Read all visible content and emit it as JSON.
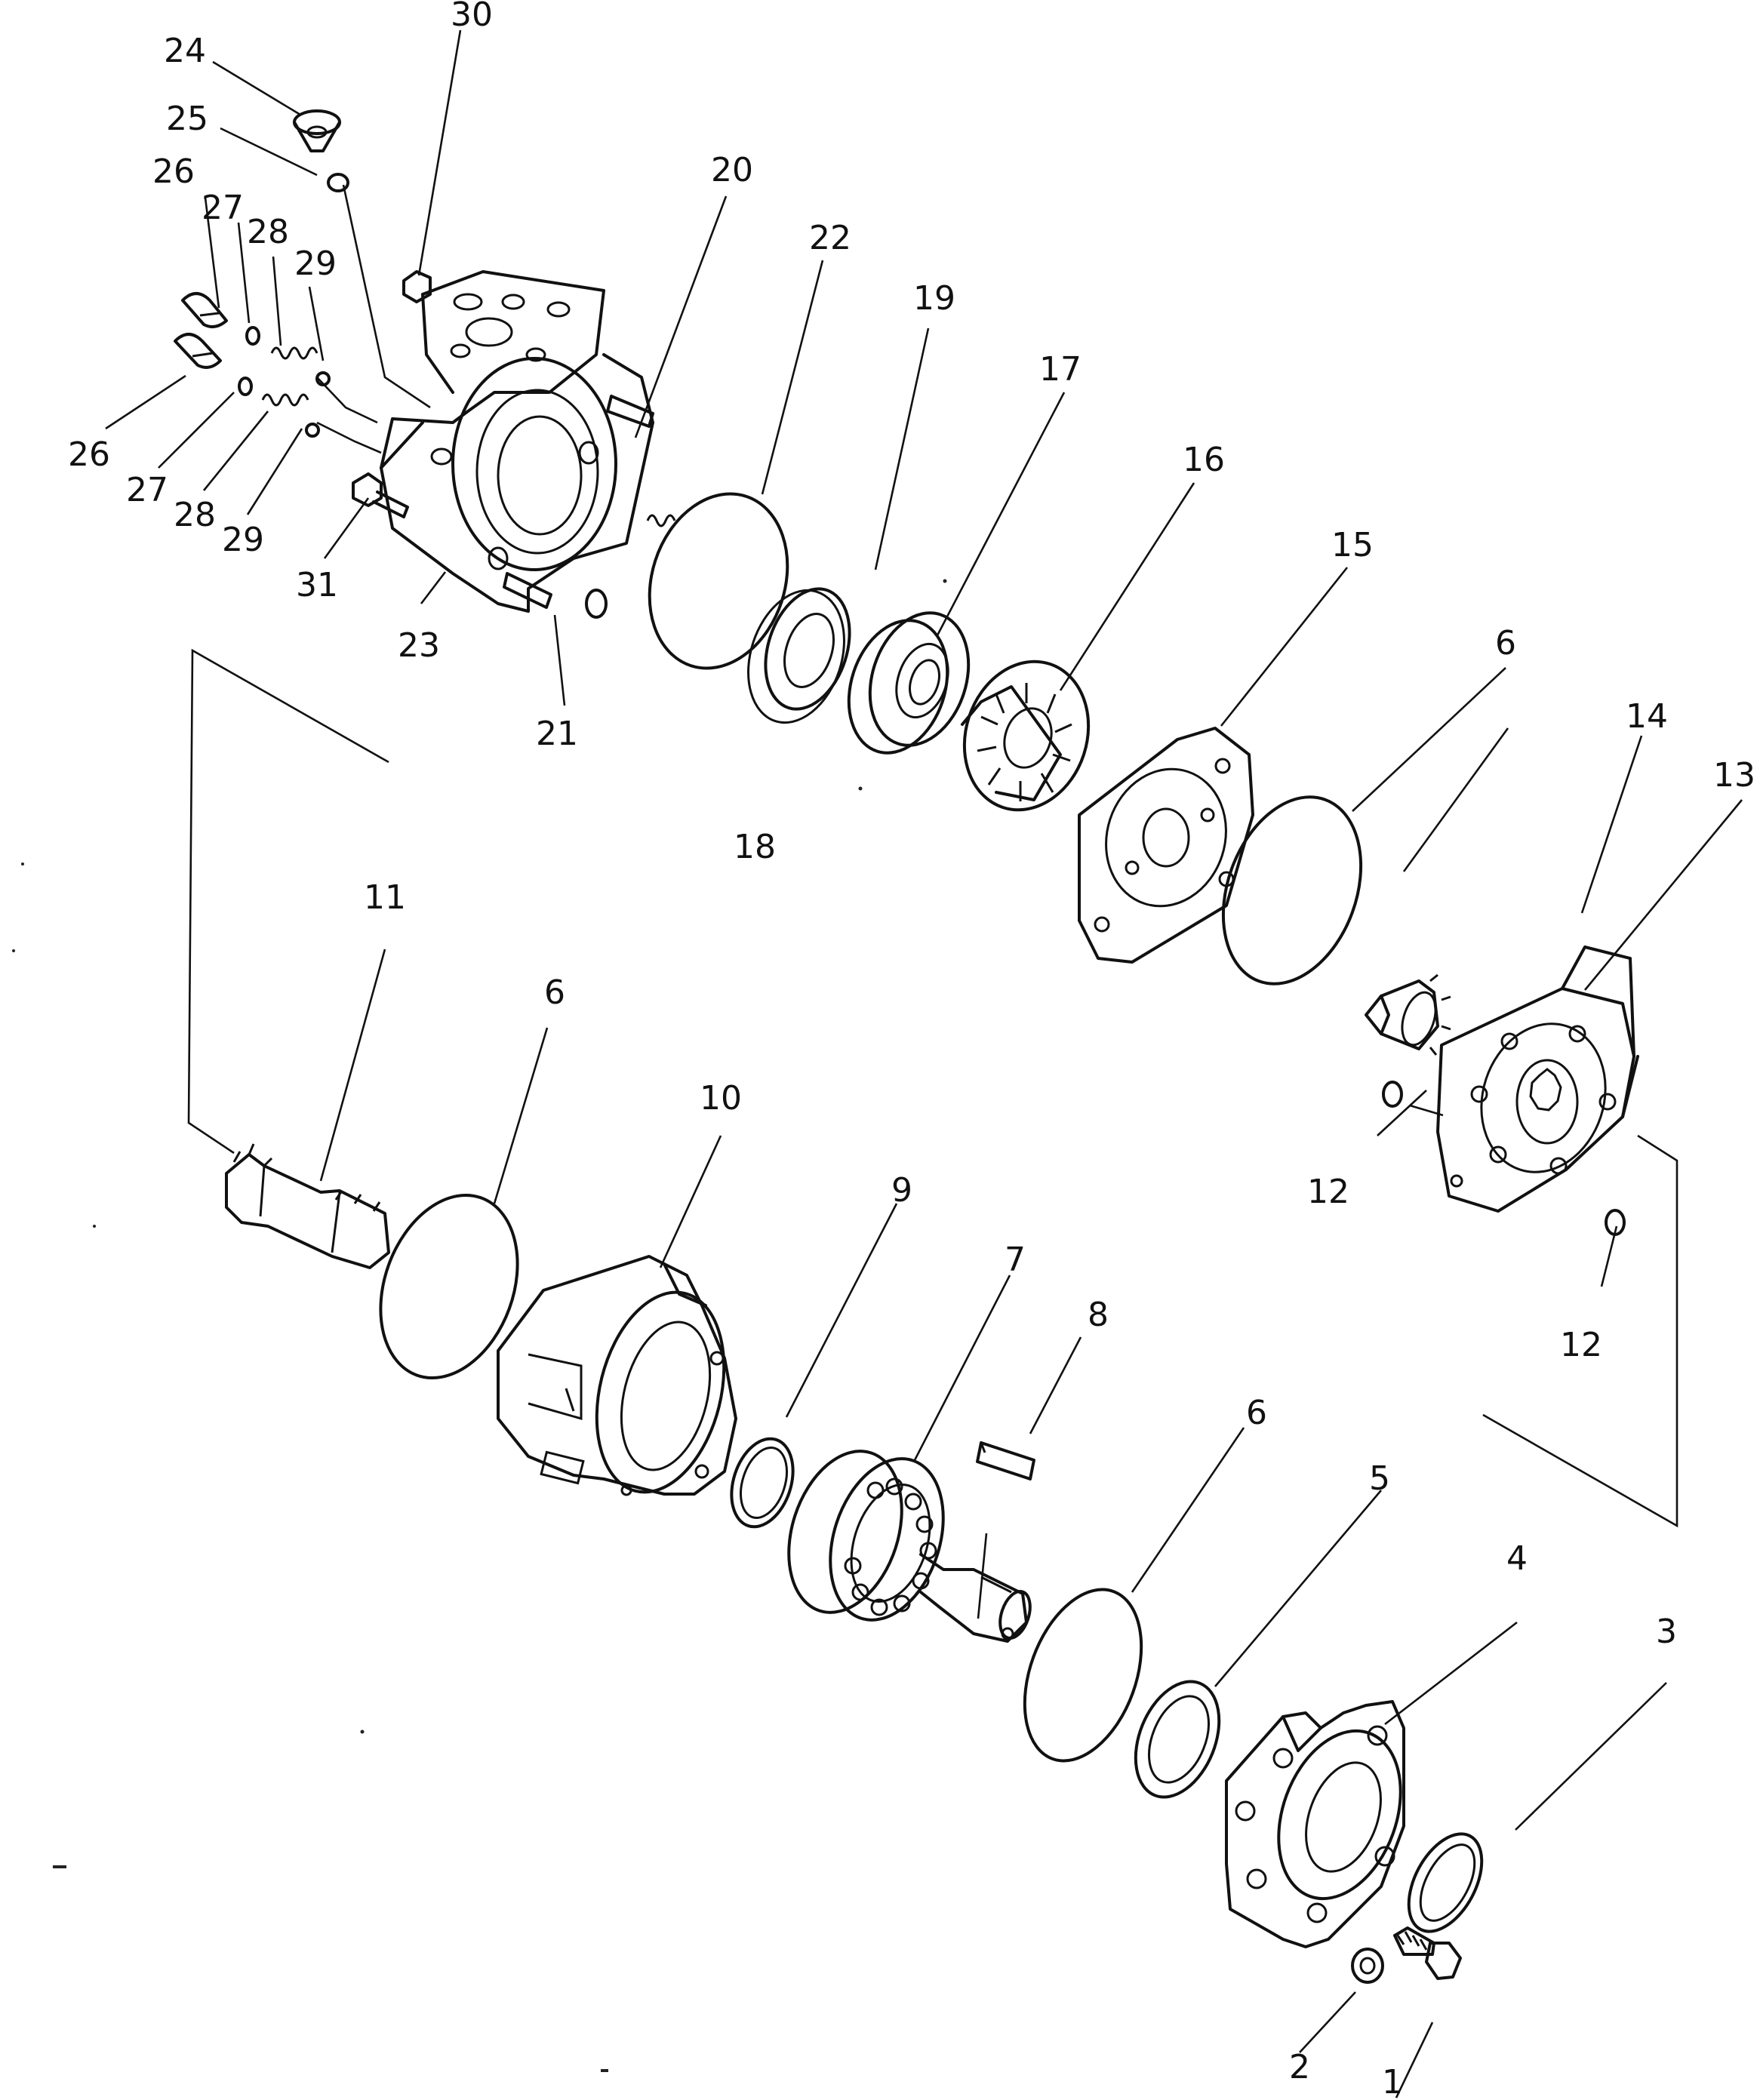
{
  "callouts": [
    {
      "id": "c1",
      "text": "1"
    },
    {
      "id": "c2",
      "text": "2"
    },
    {
      "id": "c3",
      "text": "3"
    },
    {
      "id": "c4",
      "text": "4"
    },
    {
      "id": "c5",
      "text": "5"
    },
    {
      "id": "c6a",
      "text": "6"
    },
    {
      "id": "c6b",
      "text": "6"
    },
    {
      "id": "c6c",
      "text": "6"
    },
    {
      "id": "c7",
      "text": "7"
    },
    {
      "id": "c8",
      "text": "8"
    },
    {
      "id": "c9",
      "text": "9"
    },
    {
      "id": "c10",
      "text": "10"
    },
    {
      "id": "c11",
      "text": "11"
    },
    {
      "id": "c12a",
      "text": "12"
    },
    {
      "id": "c12b",
      "text": "12"
    },
    {
      "id": "c13",
      "text": "13"
    },
    {
      "id": "c14",
      "text": "14"
    },
    {
      "id": "c15",
      "text": "15"
    },
    {
      "id": "c16",
      "text": "16"
    },
    {
      "id": "c17",
      "text": "17"
    },
    {
      "id": "c18",
      "text": "18"
    },
    {
      "id": "c19",
      "text": "19"
    },
    {
      "id": "c20",
      "text": "20"
    },
    {
      "id": "c21",
      "text": "21"
    },
    {
      "id": "c22",
      "text": "22"
    },
    {
      "id": "c23",
      "text": "23"
    },
    {
      "id": "c24",
      "text": "24"
    },
    {
      "id": "c25",
      "text": "25"
    },
    {
      "id": "c26a",
      "text": "26"
    },
    {
      "id": "c26b",
      "text": "26"
    },
    {
      "id": "c27a",
      "text": "27"
    },
    {
      "id": "c27b",
      "text": "27"
    },
    {
      "id": "c28a",
      "text": "28"
    },
    {
      "id": "c28b",
      "text": "28"
    },
    {
      "id": "c29a",
      "text": "29"
    },
    {
      "id": "c29b",
      "text": "29"
    },
    {
      "id": "c30",
      "text": "30"
    },
    {
      "id": "c31",
      "text": "31"
    }
  ]
}
